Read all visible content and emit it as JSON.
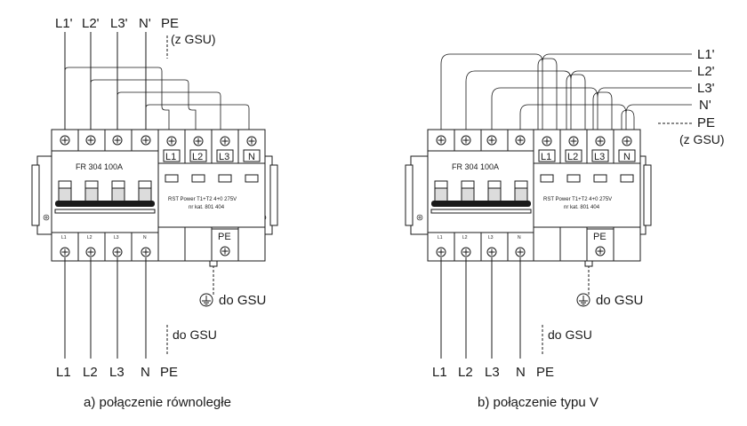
{
  "left": {
    "top_labels": [
      "L1'",
      "L2'",
      "L3'",
      "N'",
      "PE"
    ],
    "gsu_top": "(z GSU)",
    "breaker_label": "FR 304 100A",
    "breaker_small_labels": [
      "L1",
      "L2",
      "L3",
      "N"
    ],
    "spd_labels": [
      "L1",
      "L2",
      "L3",
      "N"
    ],
    "spd_text_line1": "RST Power T1+T2 4+0 275V",
    "spd_text_line2": "nr kat. 801 404",
    "pe_label": "PE",
    "ground_label": "do GSU",
    "gsu_bottom": "do GSU",
    "bottom_labels": [
      "L1",
      "L2",
      "L3",
      "N",
      "PE"
    ],
    "caption": "a) połączenie równoległe"
  },
  "right": {
    "side_labels": [
      "L1'",
      "L2'",
      "L3'",
      "N'",
      "PE"
    ],
    "gsu_side": "(z GSU)",
    "breaker_label": "FR 304 100A",
    "breaker_small_labels": [
      "L1",
      "L2",
      "L3",
      "N"
    ],
    "spd_labels": [
      "L1",
      "L2",
      "L3",
      "N"
    ],
    "spd_text_line1": "RST Power T1+T2 4+0 275V",
    "spd_text_line2": "nr kat. 801 404",
    "pe_label": "PE",
    "ground_label": "do GSU",
    "gsu_bottom": "do GSU",
    "bottom_labels": [
      "L1",
      "L2",
      "L3",
      "N",
      "PE"
    ],
    "caption": "b) połączenie typu V"
  }
}
